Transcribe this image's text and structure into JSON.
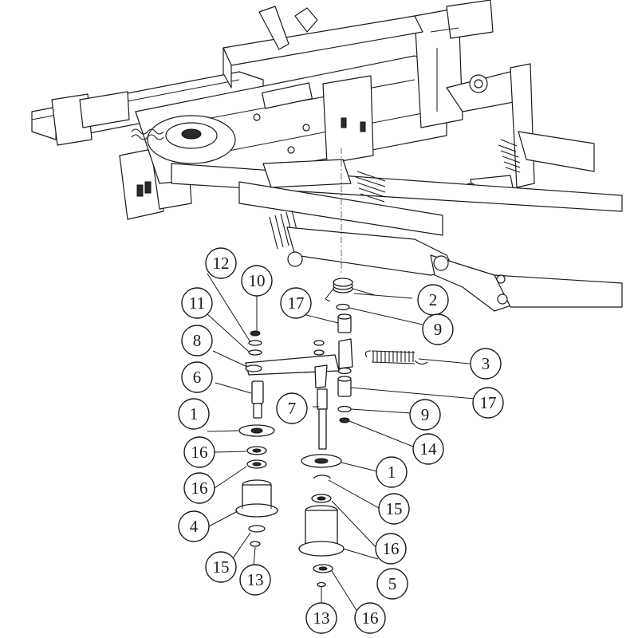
{
  "figure": {
    "callouts": [
      {
        "id": "c1a",
        "label": "1"
      },
      {
        "id": "c1b",
        "label": "1"
      },
      {
        "id": "c2",
        "label": "2"
      },
      {
        "id": "c3",
        "label": "3"
      },
      {
        "id": "c4",
        "label": "4"
      },
      {
        "id": "c5",
        "label": "5"
      },
      {
        "id": "c6",
        "label": "6"
      },
      {
        "id": "c7",
        "label": "7"
      },
      {
        "id": "c8",
        "label": "8"
      },
      {
        "id": "c9a",
        "label": "9"
      },
      {
        "id": "c9b",
        "label": "9"
      },
      {
        "id": "c10",
        "label": "10"
      },
      {
        "id": "c11",
        "label": "11"
      },
      {
        "id": "c12",
        "label": "12"
      },
      {
        "id": "c13a",
        "label": "13"
      },
      {
        "id": "c13b",
        "label": "13"
      },
      {
        "id": "c14",
        "label": "14"
      },
      {
        "id": "c15a",
        "label": "15"
      },
      {
        "id": "c15b",
        "label": "15"
      },
      {
        "id": "c16a",
        "label": "16"
      },
      {
        "id": "c16b",
        "label": "16"
      },
      {
        "id": "c16c",
        "label": "16"
      },
      {
        "id": "c16d",
        "label": "16"
      },
      {
        "id": "c17a",
        "label": "17"
      },
      {
        "id": "c17b",
        "label": "17"
      }
    ]
  }
}
